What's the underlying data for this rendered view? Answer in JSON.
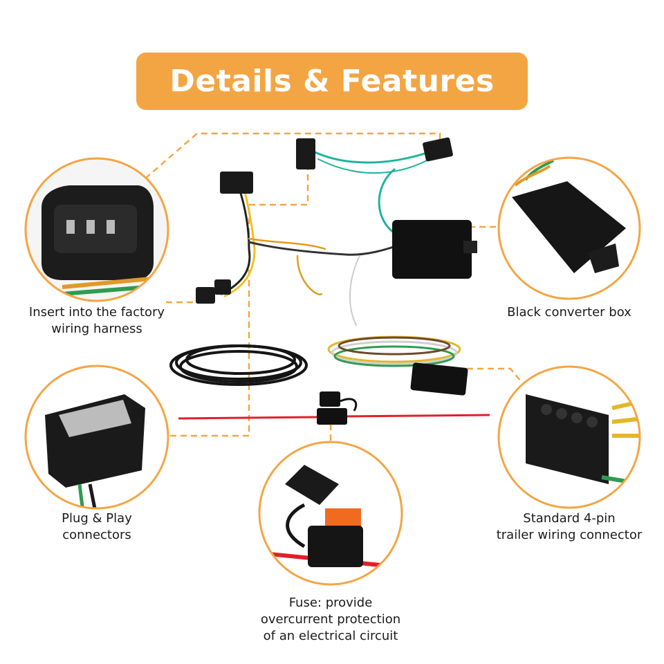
{
  "title": "Details & Features",
  "colors": {
    "accent": "#f4a543",
    "dash": "#f4a543",
    "text": "#1b1b1b"
  },
  "callouts": [
    {
      "name": "factory-harness",
      "lines": [
        "Insert into the factory",
        "wiring harness"
      ]
    },
    {
      "name": "converter-box",
      "lines": [
        "Black converter box"
      ]
    },
    {
      "name": "plug-play",
      "lines": [
        "Plug & Play",
        "connectors"
      ]
    },
    {
      "name": "four-pin",
      "lines": [
        "Standard 4-pin",
        "trailer wiring connector"
      ]
    },
    {
      "name": "fuse",
      "lines": [
        "Fuse: provide",
        "overcurrent protection",
        "of an electrical circuit"
      ]
    }
  ]
}
